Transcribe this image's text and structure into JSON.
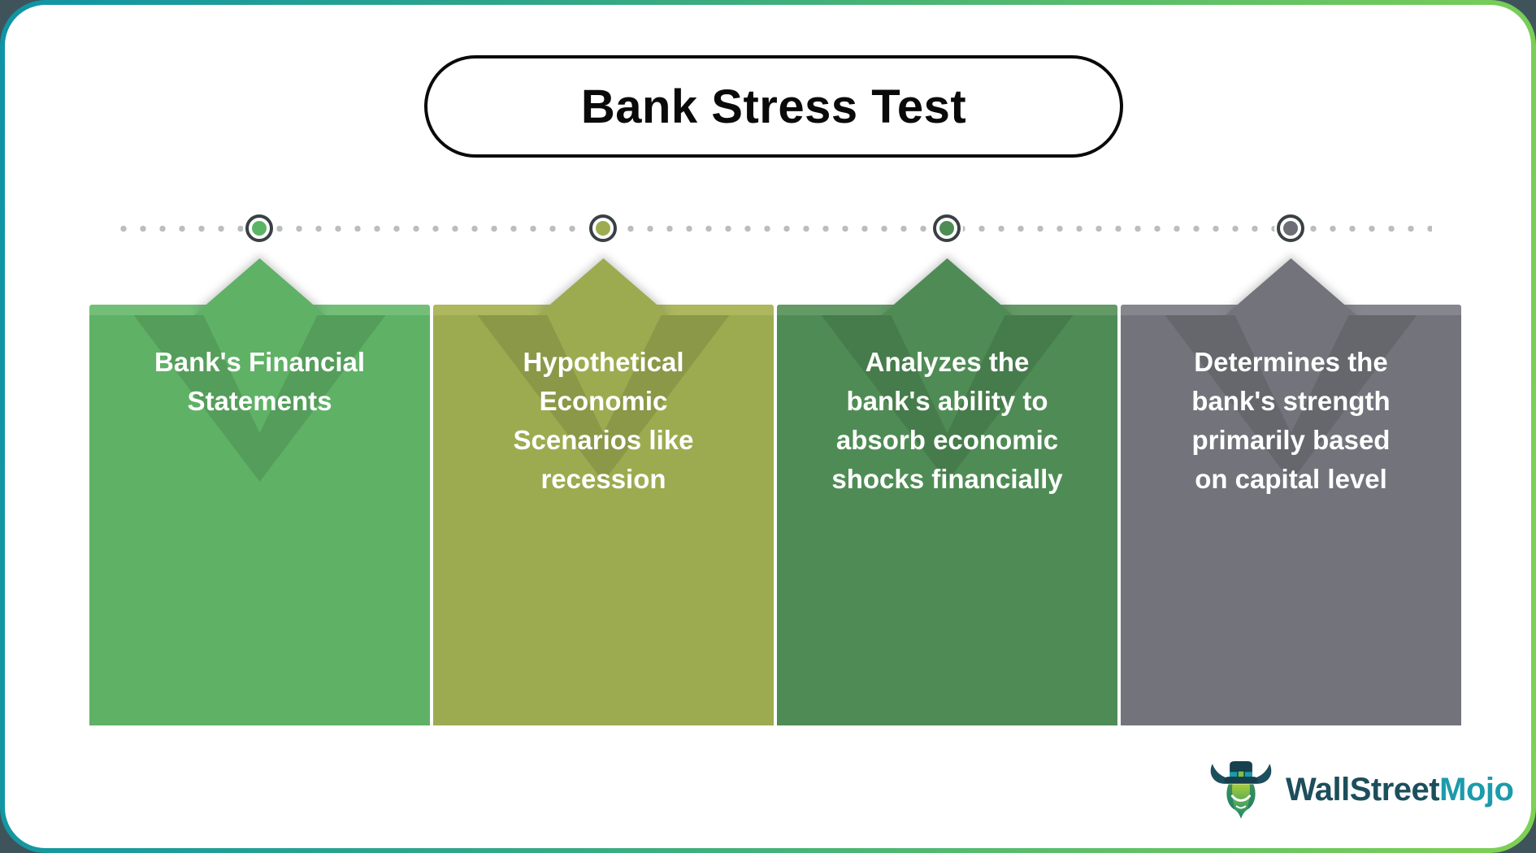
{
  "page": {
    "outside_color": "#3E545A",
    "frame_gradient_start": "#0F94A6",
    "frame_gradient_end": "#7ED153",
    "canvas_color": "#FFFFFF"
  },
  "title": "Bank Stress Test",
  "timeline": {
    "dot_color": "#BABEBE",
    "ring_color": "#3A4145"
  },
  "cards": [
    {
      "lines": [
        "Bank's Financial",
        "Statements"
      ],
      "color": "#5FB166",
      "light_color": "#73BF78",
      "marker_color": "#5BB466"
    },
    {
      "lines": [
        "Hypothetical",
        "Economic",
        "Scenarios like",
        "recession"
      ],
      "color": "#9DAB50",
      "light_color": "#ACB75E",
      "marker_color": "#9DAC4F"
    },
    {
      "lines": [
        "Analyzes the",
        "bank's ability to",
        "absorb economic",
        "shocks financially"
      ],
      "color": "#4F8C55",
      "light_color": "#639A66",
      "marker_color": "#4E8C54"
    },
    {
      "lines": [
        "Determines the",
        "bank's strength",
        "primarily based",
        "on capital level"
      ],
      "color": "#73747B",
      "light_color": "#86868E",
      "marker_color": "#6E6F76"
    }
  ],
  "logo": {
    "brand_primary": "WallStreet",
    "brand_secondary": "Mojo",
    "primary_color": "#1D4E5C",
    "secondary_color": "#1B9BAB"
  }
}
